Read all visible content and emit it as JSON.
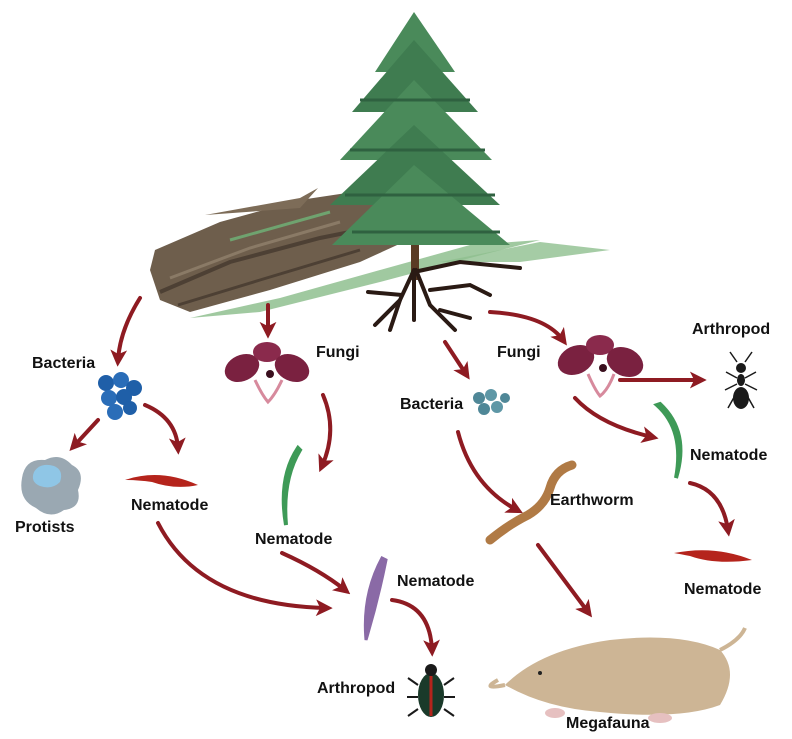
{
  "labels": {
    "bacteria_left": "Bacteria",
    "protists": "Protists",
    "nematode_red_left": "Nematode",
    "fungi_center": "Fungi",
    "nematode_green_center": "Nematode",
    "nematode_purple": "Nematode",
    "arthropod_beetle": "Arthropod",
    "bacteria_center": "Bacteria",
    "earthworm": "Earthworm",
    "megafauna": "Megafauna",
    "fungi_right": "Fungi",
    "arthropod_ant": "Arthropod",
    "nematode_green_right": "Nematode",
    "nematode_red_right": "Nematode"
  },
  "colors": {
    "arrow": "#8e1b22",
    "tree_foliage": "#4a8a5a",
    "tree_dark": "#2f6140",
    "trunk": "#5a3b24",
    "log": "#6e5e4c",
    "moss": "#8fbf8f",
    "bacteria_blue": "#1f5fa8",
    "bacteria_teal": "#4f8797",
    "fungi_maroon": "#7a2140",
    "fungi_pink": "#d78a9d",
    "nematode_red": "#b5241c",
    "nematode_green": "#3e9a57",
    "nematode_purple": "#8a6aa6",
    "protist_blue": "#8fc6e6",
    "earthworm": "#b07a45",
    "mole": "#cdb595"
  },
  "icons": [
    "tree-icon",
    "log-icon",
    "roots-icon",
    "bacteria-cluster-icon",
    "protist-icon",
    "fungi-icon",
    "nematode-icon",
    "beetle-icon",
    "ant-icon",
    "earthworm-icon",
    "mole-icon"
  ]
}
